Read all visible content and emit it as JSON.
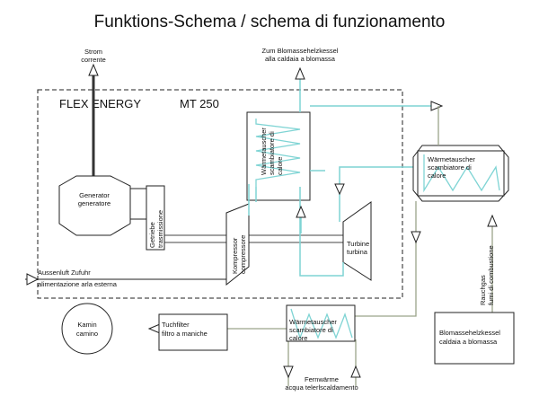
{
  "title": "Funktions-Schema  /  schema di funzionamento",
  "system": {
    "name": "FLEX ENERGY",
    "model": "MT 250"
  },
  "labels": {
    "strom_de": "Strom",
    "strom_it": "corrente",
    "zum_kessel_de": "Zum Blomassehelzkessel",
    "zum_kessel_it": "alla caldaia a blomassa",
    "generator_de": "Generator",
    "generator_it": "generatore",
    "getriebe_de": "Getriebe",
    "getriebe_it": "trasmissione",
    "kompressor_de": "Kompressor",
    "kompressor_it": "compressore",
    "turbine_de": "Turbine",
    "turbine_it": "turbina",
    "hx1_l1": "Wärmetauscher",
    "hx1_l2": "scambiatore di",
    "hx1_l3": "calore",
    "hx2_l1": "Wärmetauscher",
    "hx2_l2": "scambiatore di",
    "hx2_l3": "calore",
    "hx3_l1": "Wärmetauscher",
    "hx3_l2": "scambiatore di",
    "hx3_l3": "calore",
    "air_de": "Aussenluft Zufuhr",
    "air_it": "alimentazione arla esterna",
    "kamin_de": "Kamin",
    "kamin_it": "camino",
    "filter_de": "Tuchfilter",
    "filter_it": "filtro a maniche",
    "fernwarme_de": "Fernwärme",
    "fernwarme_it": "acqua telerlscaldamento",
    "boiler_de": "Blomassehelzkessel",
    "boiler_it": "caldaia a blomassa",
    "rauchgas_de": "Rauchgas",
    "rauchgas_it": "fumi di combustione"
  },
  "colors": {
    "hot_air": "#7fd4d4",
    "exhaust": "#9aa38a",
    "line": "#222222"
  }
}
